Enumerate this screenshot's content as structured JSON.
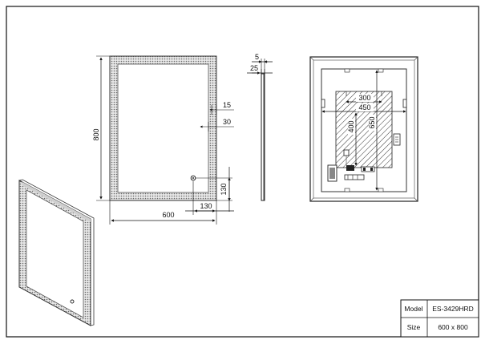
{
  "front_view": {
    "width_label": "600",
    "height_label": "800",
    "margin_outer_label": "15",
    "margin_inner_label": "30",
    "switch_offset_x_label": "130",
    "switch_offset_y_label": "130"
  },
  "side_view": {
    "thickness_label": "5",
    "depth_label": "25"
  },
  "rear_view": {
    "bracket_inner_width_label": "300",
    "bracket_outer_width_label": "450",
    "bracket_inner_height_label": "400",
    "bracket_outer_height_label": "650"
  },
  "title_block": {
    "model_label": "Model",
    "model_value": "ES-3429HRD",
    "size_label": "Size",
    "size_value": "600 x 800"
  }
}
